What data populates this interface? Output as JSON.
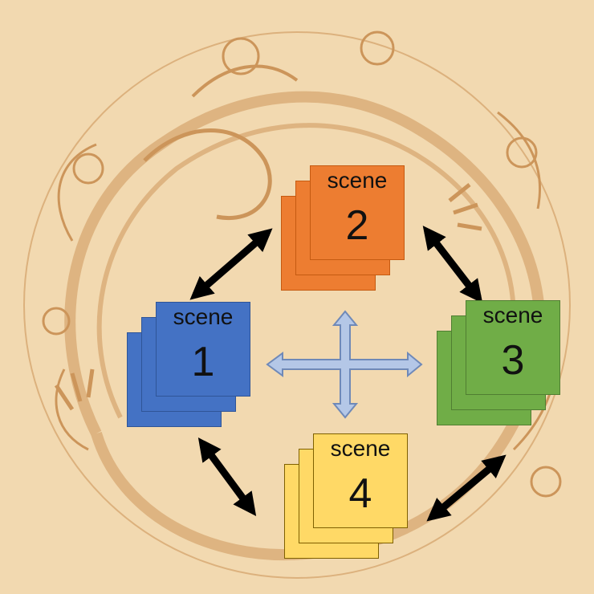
{
  "background": {
    "color": "#f2d9b0",
    "motif": "dragon-illustration"
  },
  "scenes": [
    {
      "id": "1",
      "word": "scene",
      "number": "1",
      "color": "#4472c4",
      "border": "#2f5597"
    },
    {
      "id": "2",
      "word": "scene",
      "number": "2",
      "color": "#ed7d31",
      "border": "#c55a11"
    },
    {
      "id": "3",
      "word": "scene",
      "number": "3",
      "color": "#70ad47",
      "border": "#507e32"
    },
    {
      "id": "4",
      "word": "scene",
      "number": "4",
      "color": "#ffd966",
      "border": "#7f6000"
    }
  ],
  "connectors": {
    "style": "black-double-headed",
    "pairs": [
      [
        "1",
        "2"
      ],
      [
        "2",
        "3"
      ],
      [
        "3",
        "4"
      ],
      [
        "4",
        "1"
      ]
    ]
  },
  "center_cross": {
    "style": "light-blue-four-way-arrow",
    "color": "#b4c7e7"
  }
}
